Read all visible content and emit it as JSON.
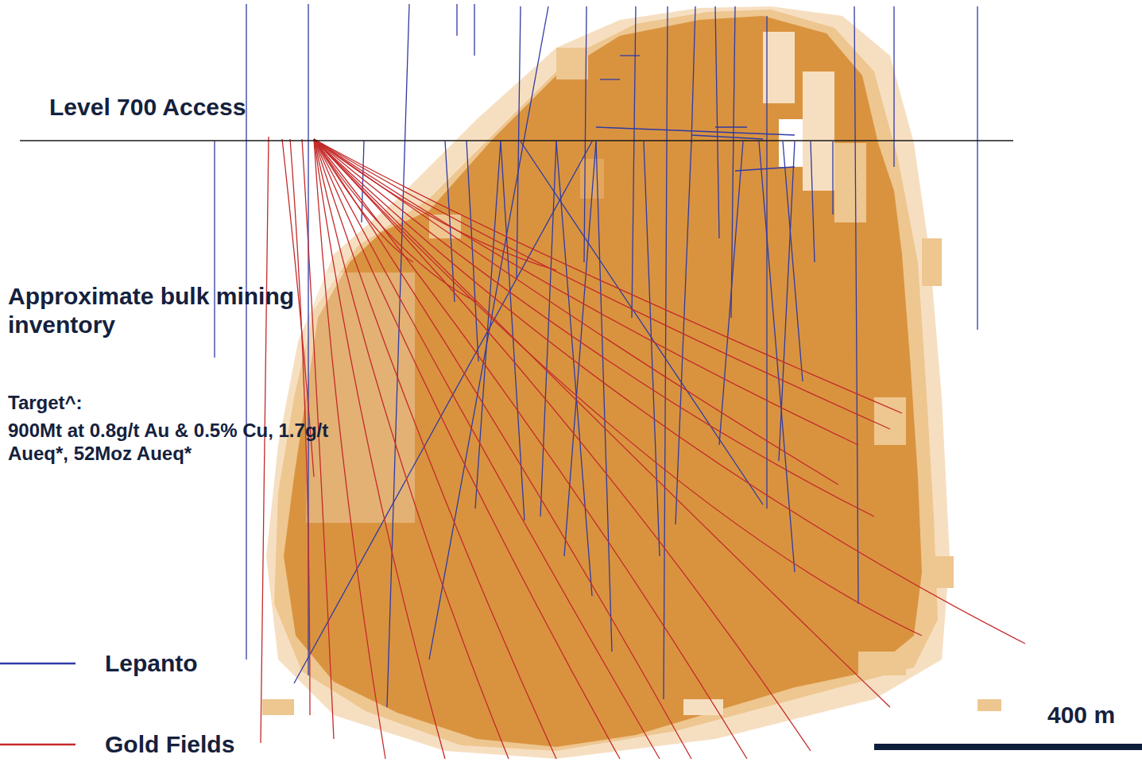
{
  "diagram": {
    "labels": [
      "Level 700 Access",
      "Approximate bulk mining inventory",
      "Target^:",
      "900Mt at 0.8g/t Au & 0.5% Cu, 1.7g/t Aueq*, 52Moz Aueq*",
      "400 m"
    ],
    "legend": [
      {
        "text": "Lepanto"
      },
      {
        "text": "Gold Fields"
      }
    ]
  }
}
